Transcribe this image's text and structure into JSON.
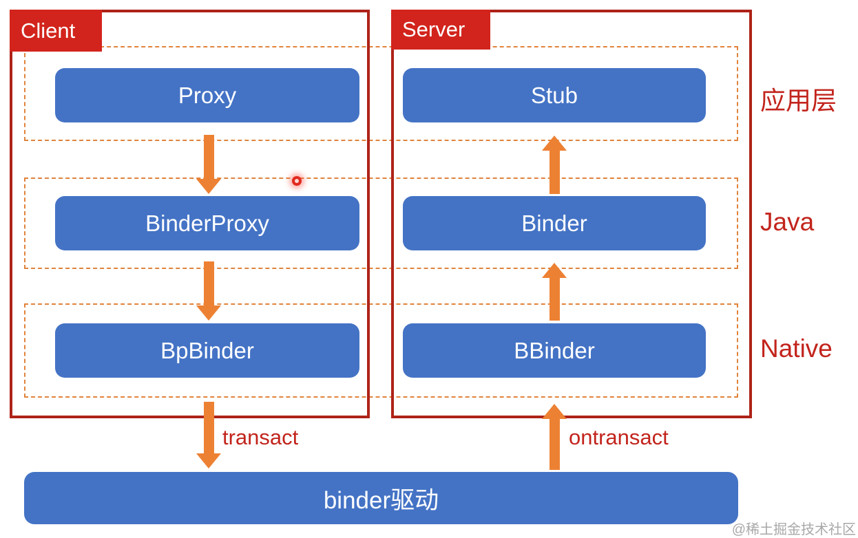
{
  "diagram": {
    "client": {
      "label": "Client",
      "nodes": {
        "app": "Proxy",
        "java": "BinderProxy",
        "native": "BpBinder"
      }
    },
    "server": {
      "label": "Server",
      "nodes": {
        "app": "Stub",
        "java": "Binder",
        "native": "BBinder"
      }
    },
    "layers": {
      "app": "应用层",
      "java": "Java",
      "native": "Native"
    },
    "edges": {
      "transact": "transact",
      "ontransact": "ontransact"
    },
    "driver": "binder驱动",
    "watermark": "@稀土掘金技术社区",
    "colors": {
      "node_blue": "#4473C5",
      "process_border_red": "#AE2318",
      "label_fill_red": "#D2241C",
      "text_red": "#C2241C",
      "arrow_orange": "#ED8133",
      "dashed_orange": "#E0833B",
      "node_text_white": "#FFFFFF",
      "watermark_gray": "#A8A8A8"
    }
  }
}
